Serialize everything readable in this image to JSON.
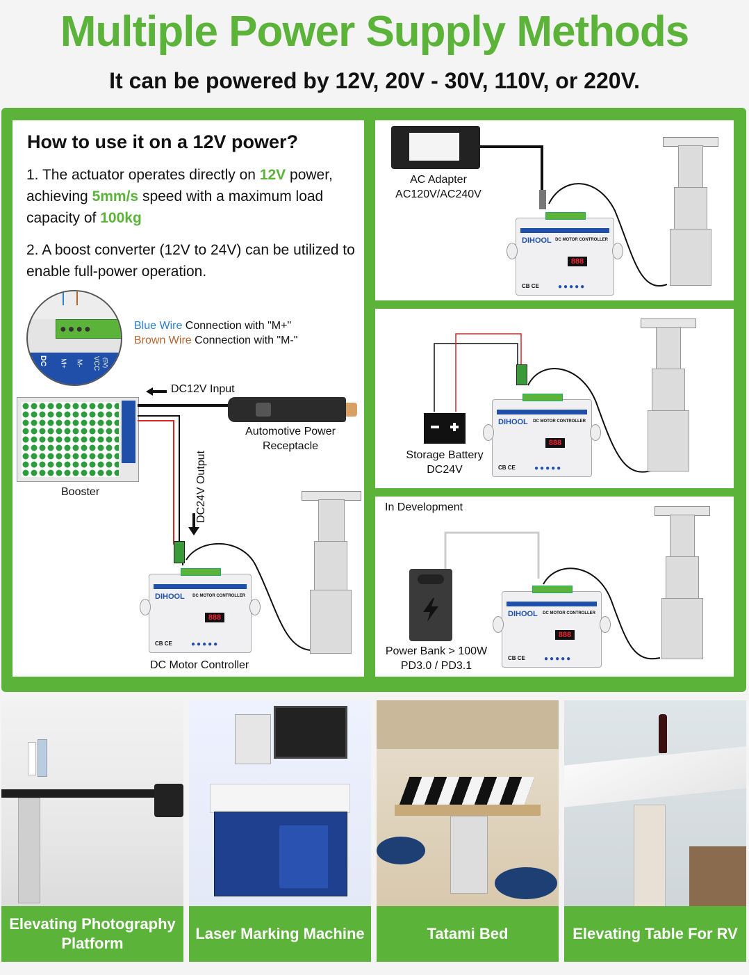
{
  "header": {
    "title": "Multiple Power Supply Methods",
    "subtitle": "It can be powered by 12V, 20V - 30V, 110V, or 220V."
  },
  "left_panel": {
    "heading": "How to use it on a 12V power?",
    "point1": {
      "a": "1. The actuator operates directly on ",
      "b": "12V",
      "c": " power, achieving ",
      "d": "5mm/s",
      "e": " speed with a maximum load capacity of ",
      "f": "100kg"
    },
    "point2": "2. A boost converter (12V to 24V) can be utilized to enable full-power operation.",
    "wiring": {
      "blue_word": "Blue Wire",
      "blue_rest": " Connection with \"M+\"",
      "brown_word": "Brown Wire",
      "brown_rest": " Connection with \"M-\"",
      "terminal_labels": [
        "DC",
        "M+",
        "M-",
        "VCC",
        "(5V)"
      ]
    },
    "dc12v_input": "DC12V Input",
    "automotive_line1": "Automotive Power",
    "automotive_line2": "Receptacle",
    "booster": "Booster",
    "dc24v_output": "DC24V Output",
    "dc_motor_controller": "DC Motor Controller"
  },
  "controller": {
    "brand": "DIHOOL",
    "model_label": "DC MOTOR CONTROLLER",
    "display": "888",
    "cert": "CB CE"
  },
  "panel_ac": {
    "line1": "AC Adapter",
    "line2": "AC120V/AC240V"
  },
  "panel_battery": {
    "line1": "Storage Battery",
    "line2": "DC24V"
  },
  "panel_dev": {
    "tag": "In Development",
    "line1": "Power Bank > 100W",
    "line2": "PD3.0 / PD3.1"
  },
  "applications": [
    {
      "line1": "Elevating Photography",
      "line2": "Platform"
    },
    {
      "line1": "Laser Marking Machine",
      "line2": ""
    },
    {
      "line1": "Tatami Bed",
      "line2": ""
    },
    {
      "line1": "Elevating Table For RV",
      "line2": ""
    }
  ],
  "colors": {
    "brand_green": "#5bb33a",
    "blue_wire": "#2a7fd0",
    "brown_wire": "#b5652d",
    "controller_blue": "#1f4fa8"
  }
}
